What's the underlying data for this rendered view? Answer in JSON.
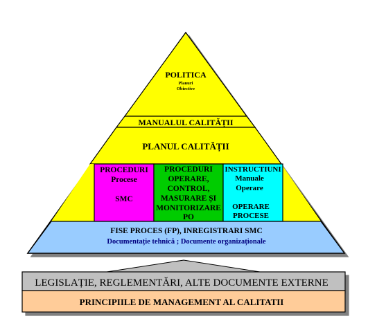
{
  "pyramid": {
    "apex": {
      "title": "POLITICA",
      "sub1": "Planuri",
      "sub2": "Obiective",
      "color": "#ffff00"
    },
    "manual": {
      "label": "MANUALUL CALITĂȚII",
      "color": "#ffff00"
    },
    "plan": {
      "label": "PLANUL CALITĂȚII",
      "color": "#ffff00"
    },
    "procedures": {
      "color": "#ff00ff",
      "line1": "PROCEDURI",
      "line2": "Procese",
      "line3": "SMC"
    },
    "operational": {
      "color": "#00cc00",
      "lines": [
        "PROCEDURI",
        "OPERARE,",
        "CONTROL,",
        "MASURARE ȘI",
        "MONITORIZARE",
        "PO"
      ]
    },
    "instructions": {
      "color": "#00ffff",
      "line1": "INSTRUCTIUNI",
      "line2": "Manuale",
      "line3": "Operare",
      "line4": "OPERARE",
      "line5": "PROCESE"
    },
    "records": {
      "color": "#99ccff",
      "line1": "FISE PROCES (FP), INREGISTRARI SMC",
      "line2": "Documentație tehnică ; Documente organizaționale",
      "line2_color": "#000080"
    }
  },
  "base": {
    "legislation": {
      "label": "LEGISLAȚIE, REGLEMENTĂRI, ALTE DOCUMENTE EXTERNE",
      "color": "#c0c0c0"
    },
    "principles": {
      "label": "PRINCIPIILE DE MANAGEMENT AL CALITATII",
      "color": "#ffcc99"
    }
  }
}
